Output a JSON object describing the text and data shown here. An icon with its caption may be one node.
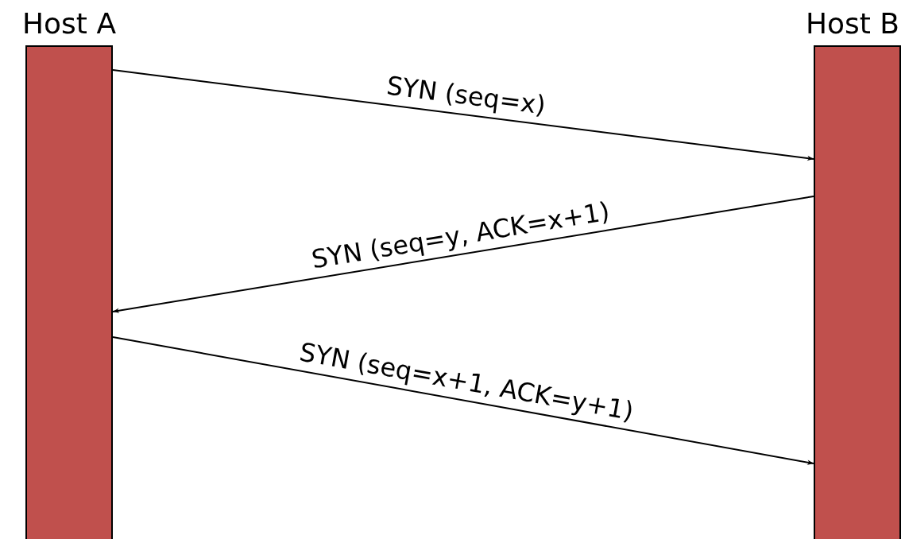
{
  "diagram": {
    "nodes": [
      {
        "text": [
          "Host A"
        ]
      },
      {
        "text": [
          "Host B"
        ]
      }
    ],
    "edges": [
      {
        "from": 0,
        "to": 1,
        "arrow": "to",
        "label": "SYN (seq=x)"
      },
      {
        "from": 1,
        "to": 0,
        "arrow": "to",
        "label": "SYN (seq=y, ACK=x+1)"
      },
      {
        "from": 0,
        "to": 1,
        "arrow": "to",
        "label": "SYN (seq=x+1, ACK=y+1)"
      }
    ]
  }
}
